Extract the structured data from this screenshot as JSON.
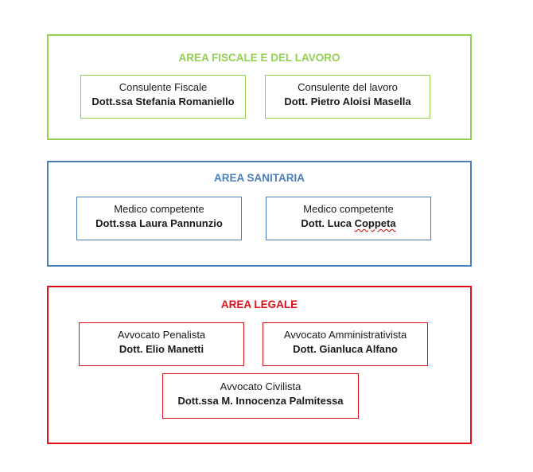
{
  "colors": {
    "fiscale": "#92d050",
    "sanitaria": "#4a7ebb",
    "legale": "#e0101a"
  },
  "areas": {
    "fiscale": {
      "title": "AREA FISCALE E DEL LAVORO",
      "cards": [
        {
          "role": "Consulente Fiscale",
          "name": "Dott.ssa Stefania Romaniello"
        },
        {
          "role": "Consulente del lavoro",
          "name": "Dott. Pietro Aloisi Masella"
        }
      ]
    },
    "sanitaria": {
      "title": "AREA SANITARIA",
      "cards": [
        {
          "role": "Medico competente",
          "name": "Dott.ssa Laura Pannunzio"
        },
        {
          "role": "Medico competente",
          "name_prefix": "Dott. Luca ",
          "name_suffix": "Coppeta"
        }
      ]
    },
    "legale": {
      "title": "AREA LEGALE",
      "cards": [
        {
          "role": "Avvocato Penalista",
          "name": "Dott. Elio Manetti"
        },
        {
          "role": "Avvocato Amministrativista",
          "name": "Dott. Gianluca Alfano"
        },
        {
          "role": "Avvocato Civilista",
          "name": "Dott.ssa M. Innocenza Palmitessa"
        }
      ]
    }
  }
}
